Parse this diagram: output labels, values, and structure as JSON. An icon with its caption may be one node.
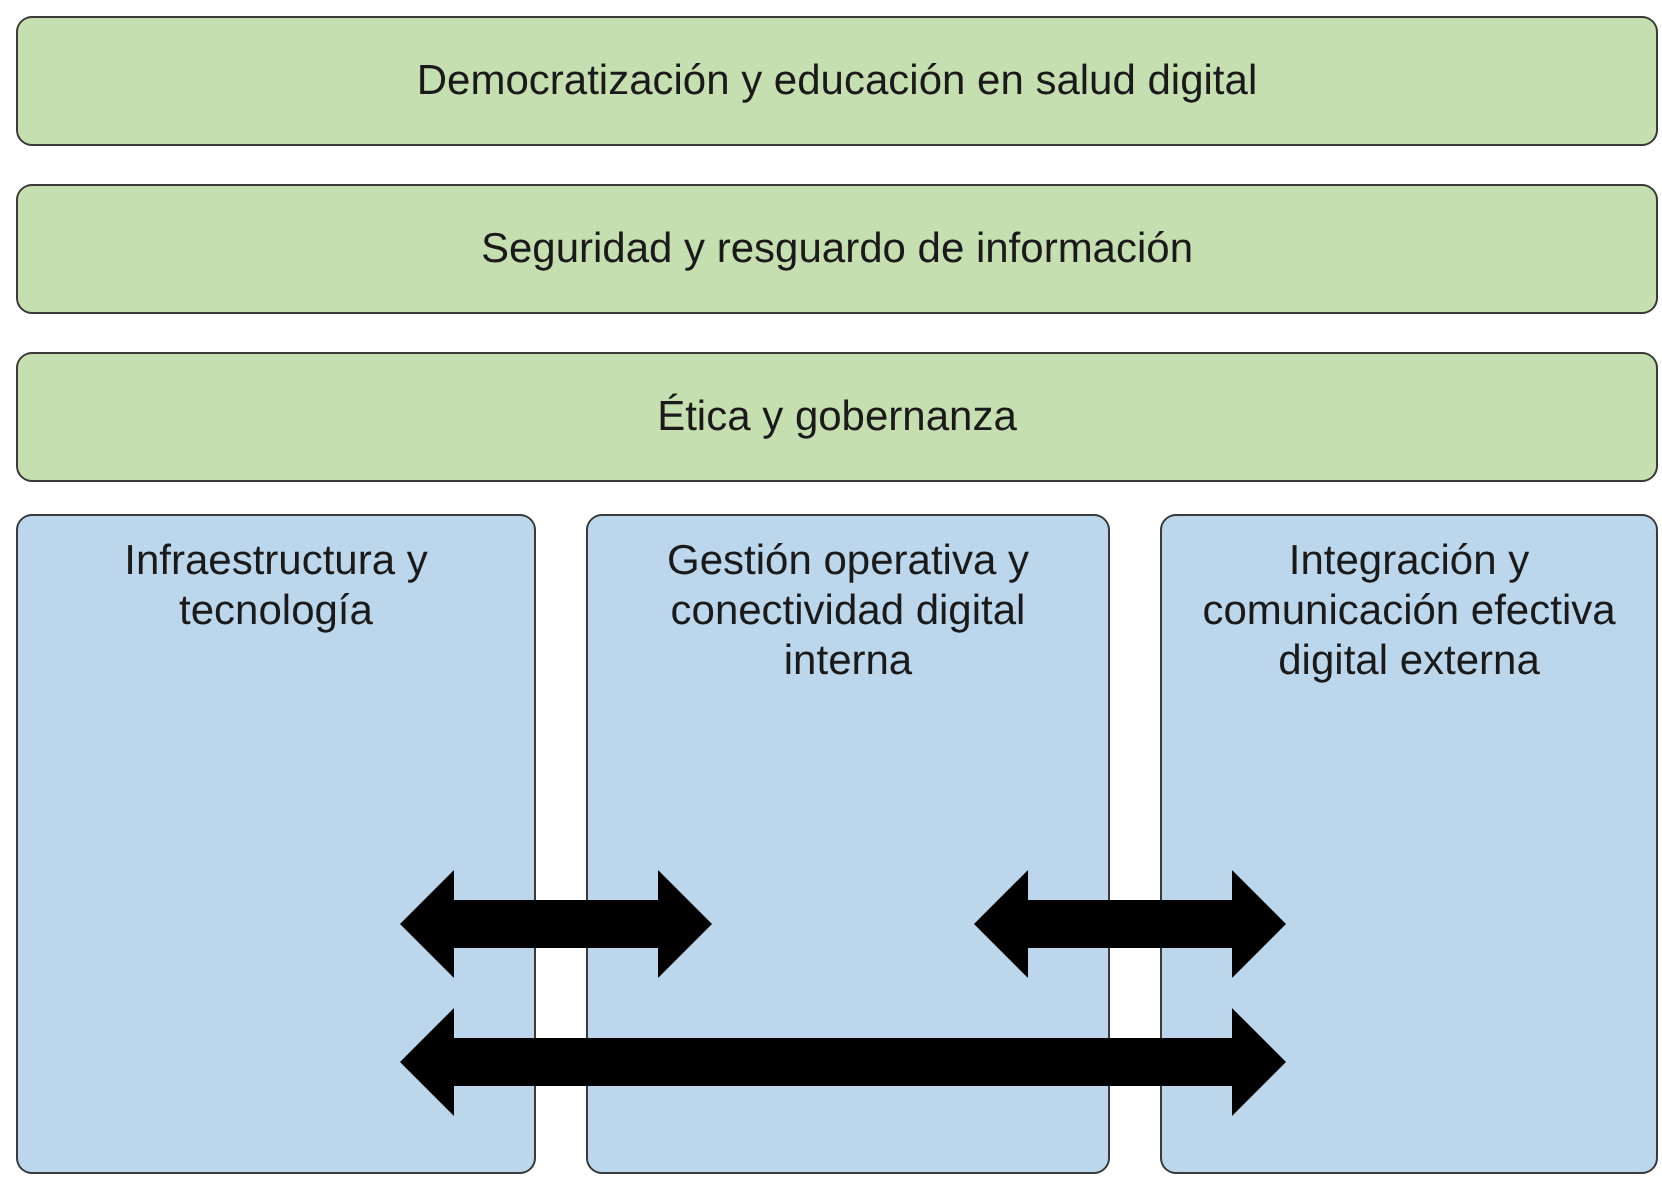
{
  "diagram": {
    "nodes": [
      {
        "text": [
          "Democratización y educación en salud digital"
        ]
      },
      {
        "text": [
          "Seguridad y resguardo de información"
        ]
      },
      {
        "text": [
          "Ética y gobernanza"
        ]
      },
      {
        "text": [
          "Infraestructura y tecnología"
        ]
      },
      {
        "text": [
          "Gestión operativa y conectividad digital interna"
        ]
      },
      {
        "text": [
          "Integración y comunicación efectiva digital externa"
        ]
      }
    ],
    "edges": [
      {
        "from": 3,
        "to": 4,
        "arrow": "both",
        "style": "thick"
      },
      {
        "from": 4,
        "to": 5,
        "arrow": "both",
        "style": "thick"
      },
      {
        "from": 3,
        "to": 5,
        "arrow": "both",
        "style": "thick"
      }
    ]
  }
}
